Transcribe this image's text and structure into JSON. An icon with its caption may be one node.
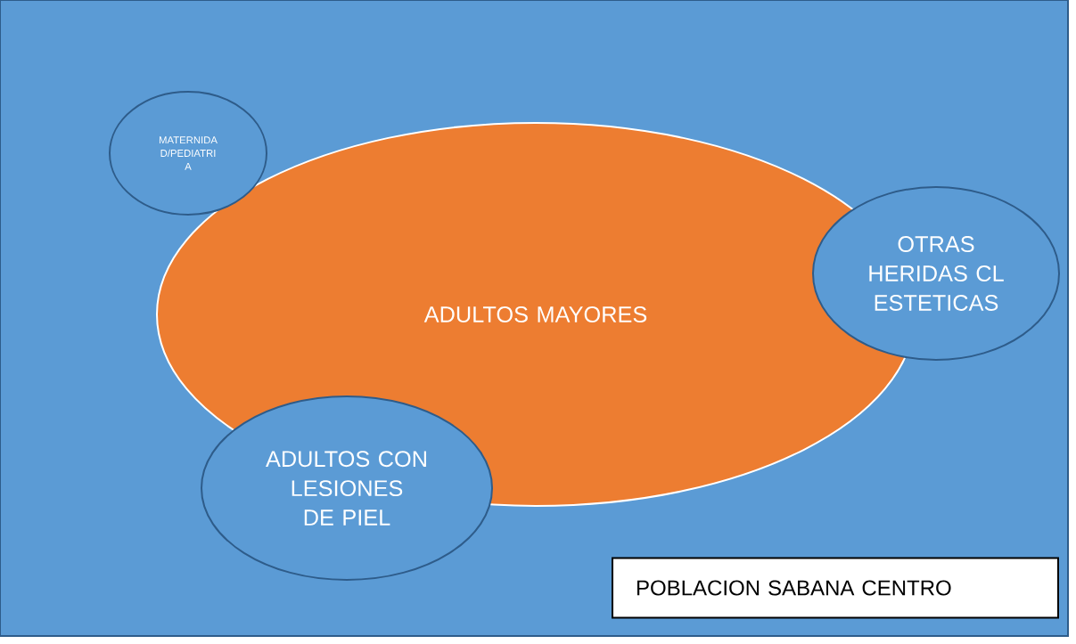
{
  "diagram": {
    "nodes": [
      {
        "text": [],
        "shape": "box"
      },
      {
        "text": [
          "MATERNIDA D/PEDIATRI A"
        ],
        "in": 0
      },
      {
        "text": [
          "ADULTOS MAYORES"
        ],
        "in": 0
      },
      {
        "text": [
          "OTRAS HERIDAS CL ESTETICAS"
        ],
        "in": 0
      },
      {
        "text": [
          "ADULTOS CON LESIONES DE PIEL"
        ],
        "in": 0
      },
      {
        "text": [
          "POBLACION SABANA CENTRO"
        ],
        "in": 0
      }
    ]
  }
}
